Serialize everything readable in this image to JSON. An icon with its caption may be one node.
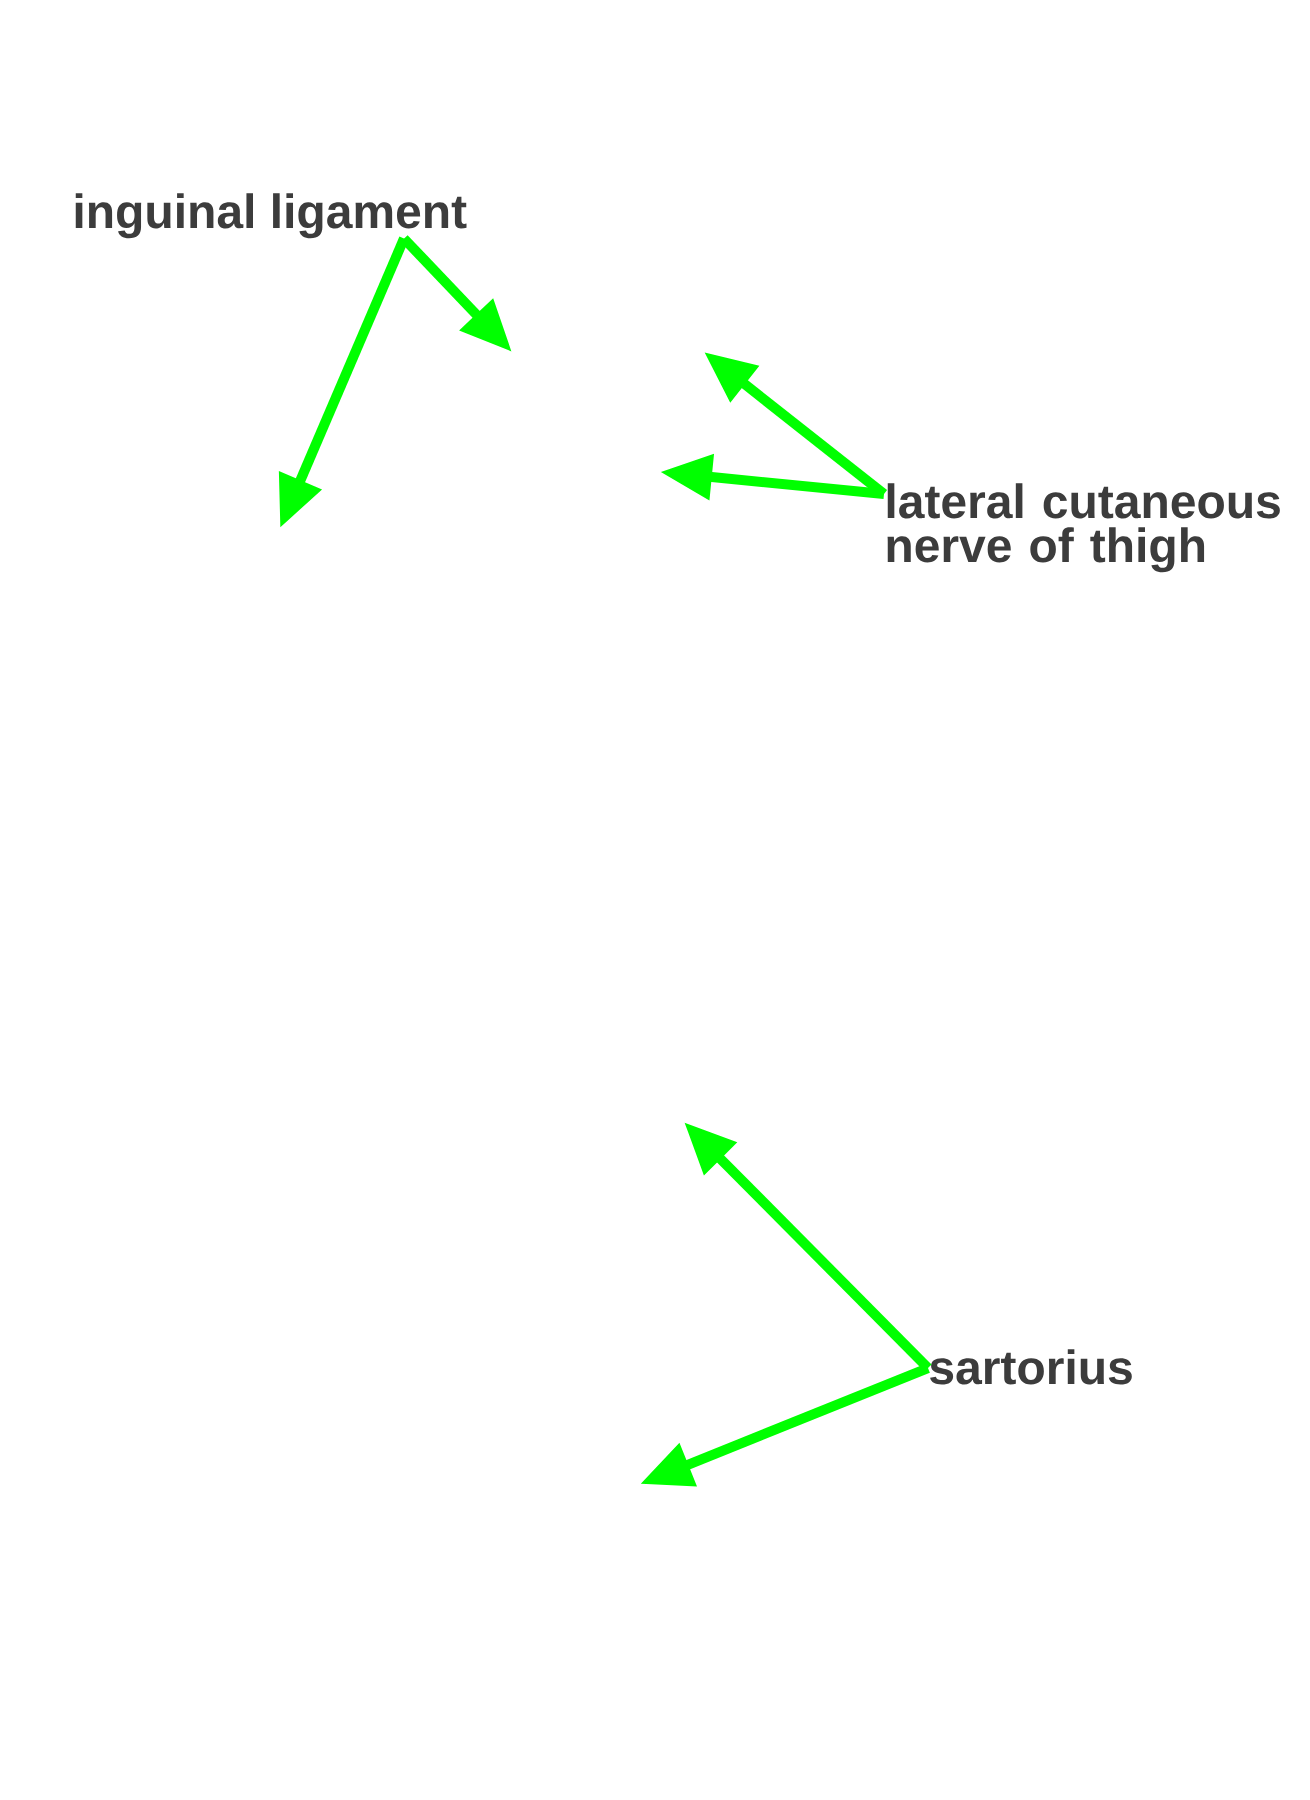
{
  "diagram": {
    "nodes": [
      {
        "text": [
          "inguinal ligament"
        ]
      },
      {
        "text": [
          "lateral cutaneous nerve of thigh"
        ]
      },
      {
        "text": [
          "sartorius"
        ]
      }
    ],
    "edges": [
      {
        "from": 0,
        "to": null,
        "arrow": "to"
      },
      {
        "from": 0,
        "to": null,
        "arrow": "to"
      },
      {
        "from": 1,
        "to": null,
        "arrow": "to"
      },
      {
        "from": 1,
        "to": null,
        "arrow": "to"
      },
      {
        "from": 2,
        "to": null,
        "arrow": "to"
      },
      {
        "from": 2,
        "to": null,
        "arrow": "to"
      }
    ]
  }
}
